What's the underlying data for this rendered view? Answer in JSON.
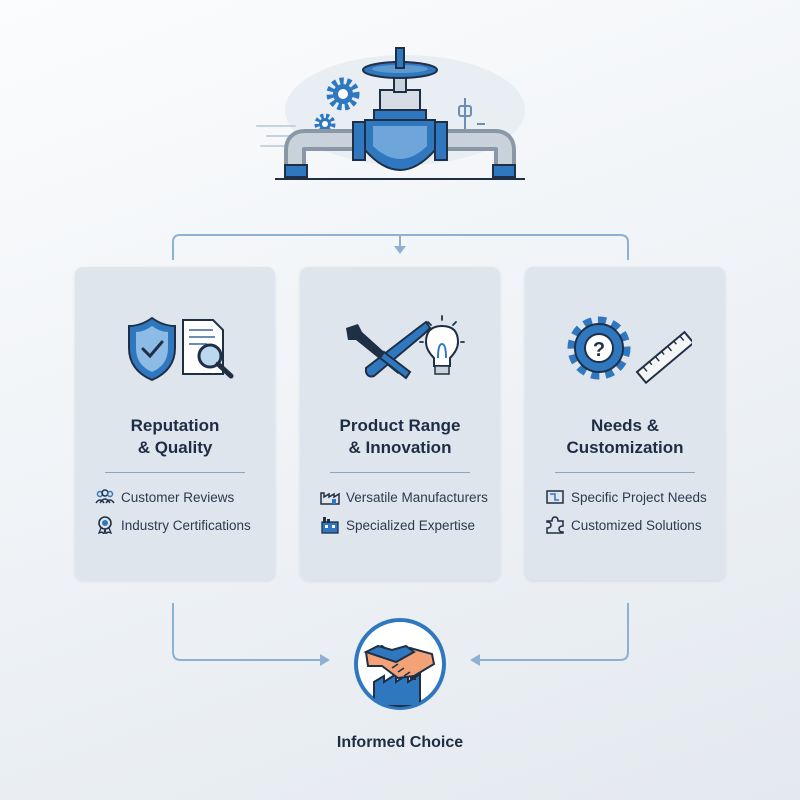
{
  "colors": {
    "accent": "#2f78c0",
    "dark": "#1f2f45",
    "card": "#dfe5ec",
    "connector": "#8fb0d0"
  },
  "cards": [
    {
      "title_line1": "Reputation",
      "title_line2": "& Quality",
      "items": [
        {
          "icon": "people-icon",
          "label": "Customer Reviews"
        },
        {
          "icon": "certificate-icon",
          "label": "Industry Certifications"
        }
      ]
    },
    {
      "title_line1": "Product Range",
      "title_line2": "& Innovation",
      "items": [
        {
          "icon": "factory-icon",
          "label": "Versatile Manufacturers"
        },
        {
          "icon": "building-icon",
          "label": "Specialized Expertise"
        }
      ]
    },
    {
      "title_line1": "Needs &",
      "title_line2": "Customization",
      "items": [
        {
          "icon": "blueprint-icon",
          "label": "Specific Project Needs"
        },
        {
          "icon": "puzzle-icon",
          "label": "Customized Solutions"
        }
      ]
    }
  ],
  "result": {
    "label": "Informed Choice",
    "icon": "handshake-icon"
  }
}
